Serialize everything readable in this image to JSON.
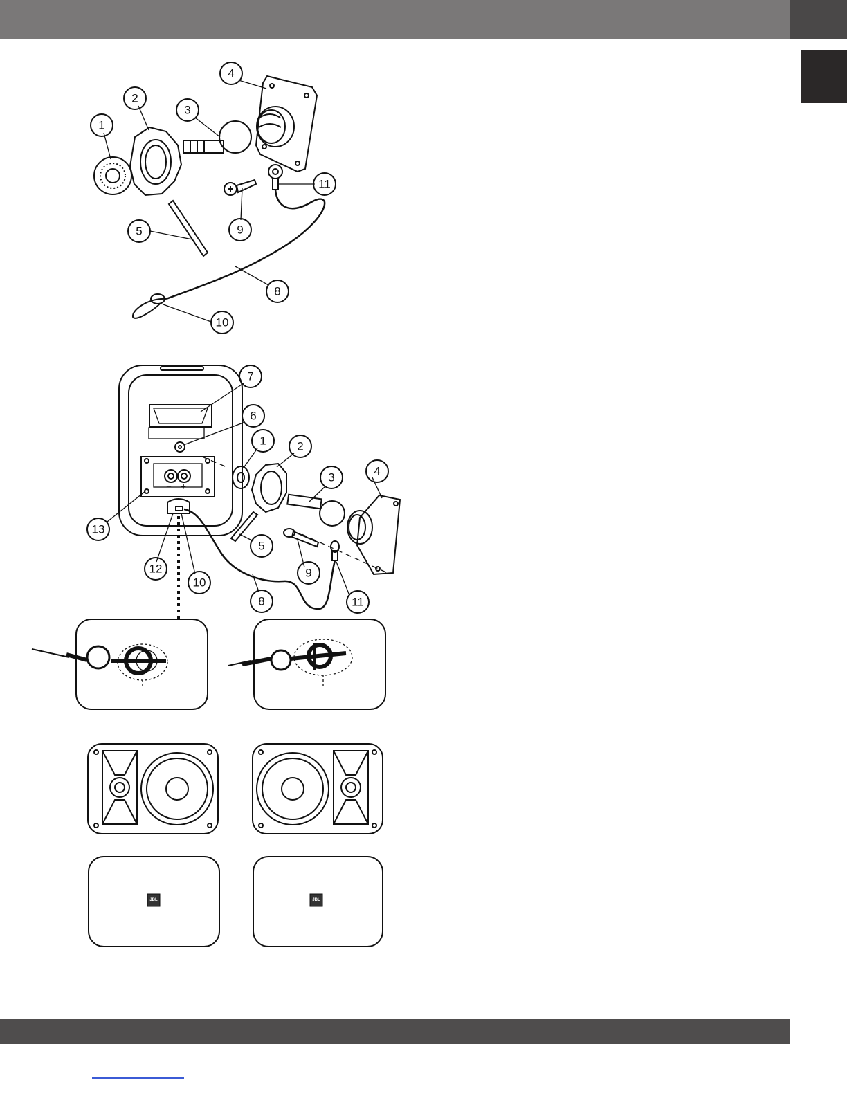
{
  "colors": {
    "top_bar": "#7a7878",
    "top_bar_tab": "#4a4848",
    "side_tab": "#2b2828",
    "bottom_bar": "#4f4d4d",
    "footer_link": "#3b5bd6",
    "line": "#111111"
  },
  "diagram_top": {
    "callouts": [
      "1",
      "2",
      "3",
      "4",
      "5",
      "8",
      "9",
      "10",
      "11"
    ]
  },
  "diagram_mid": {
    "callouts": [
      "7",
      "6",
      "1",
      "2",
      "3",
      "4",
      "13",
      "5",
      "9",
      "12",
      "10",
      "8",
      "11"
    ],
    "polarity": {
      "minus": "–",
      "plus": "+"
    }
  },
  "grille_logos": [
    "JBL",
    "JBL"
  ],
  "icons": [
    "speaker-cabinet-icon",
    "ball-joint-icon",
    "mounting-plate-icon",
    "safety-cable-icon"
  ]
}
